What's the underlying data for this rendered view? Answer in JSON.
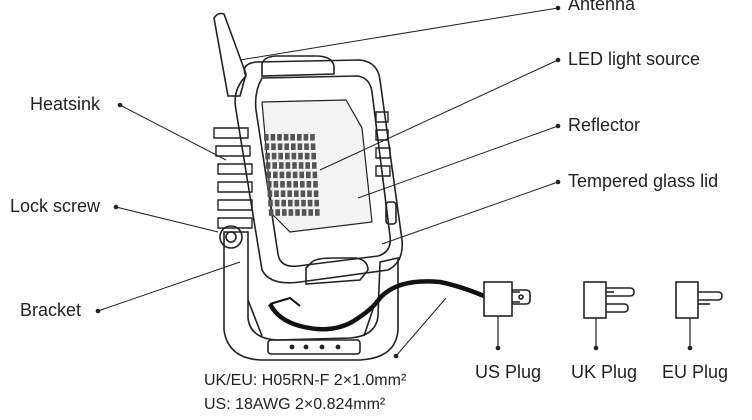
{
  "labels": {
    "antenna": "Antenna",
    "led_light_source": "LED light source",
    "reflector": "Reflector",
    "tempered_glass_lid": "Tempered glass lid",
    "heatsink": "Heatsink",
    "lock_screw": "Lock screw",
    "bracket": "Bracket"
  },
  "plugs": {
    "us": "US Plug",
    "uk": "UK Plug",
    "eu": "EU Plug"
  },
  "cable_spec": {
    "uk_eu": "UK/EU: H05RN-F 2×1.0mm²",
    "us": "US: 18AWG 2×0.824mm²"
  },
  "colors": {
    "line": "#222222",
    "cable": "#111111"
  }
}
